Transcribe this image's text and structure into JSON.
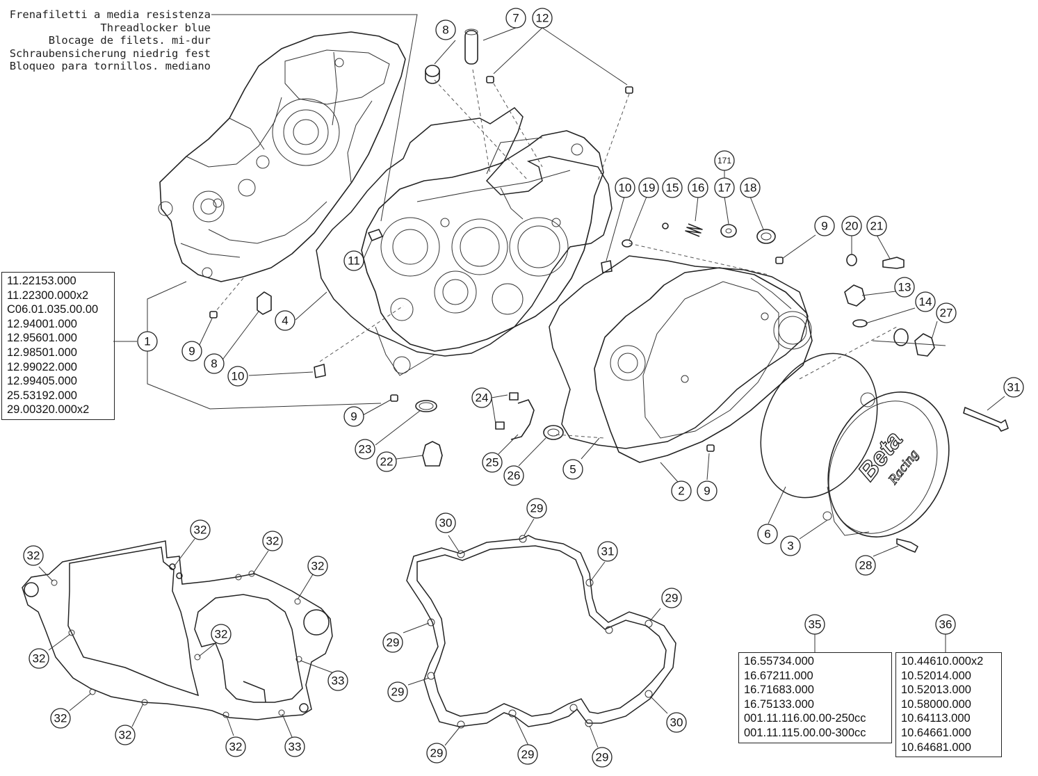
{
  "note": {
    "lines": [
      "Frenafiletti a media resistenza",
      "Threadlocker blue",
      "Blocage de filets. mi-dur",
      "Schraubensicherung niedrig fest",
      "Bloqueo para tornillos. mediano"
    ]
  },
  "kits": {
    "kit_1": [
      "11.22153.000",
      "11.22300.000x2",
      "C06.01.035.00.00",
      "12.94001.000",
      "12.95601.000",
      "12.98501.000",
      "12.99022.000",
      "12.99405.000",
      "25.53192.000",
      "29.00320.000x2"
    ],
    "kit_35": [
      "16.55734.000",
      "16.67211.000",
      "16.71683.000",
      "16.75133.000",
      "001.11.116.00.00-250cc",
      "001.11.115.00.00-300cc"
    ],
    "kit_36": [
      "10.44610.000x2",
      "10.52014.000",
      "10.52013.000",
      "10.58000.000",
      "10.64113.000",
      "10.64661.000",
      "10.64681.000"
    ]
  },
  "callouts": {
    "c1": "1",
    "c2": "2",
    "c3": "3",
    "c4": "4",
    "c5": "5",
    "c6": "6",
    "c7": "7",
    "c8a": "8",
    "c8b": "8",
    "c9a": "9",
    "c9b": "9",
    "c9c": "9",
    "c9d": "9",
    "c10a": "10",
    "c10b": "10",
    "c11": "11",
    "c12": "12",
    "c13": "13",
    "c14": "14",
    "c15": "15",
    "c16": "16",
    "c17": "17",
    "c171": "171",
    "c18": "18",
    "c19": "19",
    "c20": "20",
    "c21": "21",
    "c22": "22",
    "c23": "23",
    "c24": "24",
    "c25": "25",
    "c26": "26",
    "c27": "27",
    "c28": "28",
    "c29a": "29",
    "c29b": "29",
    "c29c": "29",
    "c29d": "29",
    "c29e": "29",
    "c29f": "29",
    "c29g": "29",
    "c30a": "30",
    "c30b": "30",
    "c31a": "31",
    "c31b": "31",
    "c32a": "32",
    "c32b": "32",
    "c32c": "32",
    "c32d": "32",
    "c32e": "32",
    "c32f": "32",
    "c32g": "32",
    "c32h": "32",
    "c32i": "32",
    "c33a": "33",
    "c33b": "33",
    "c35": "35",
    "c36": "36"
  },
  "logo": {
    "line1": "Beta",
    "line2": "Racing"
  }
}
